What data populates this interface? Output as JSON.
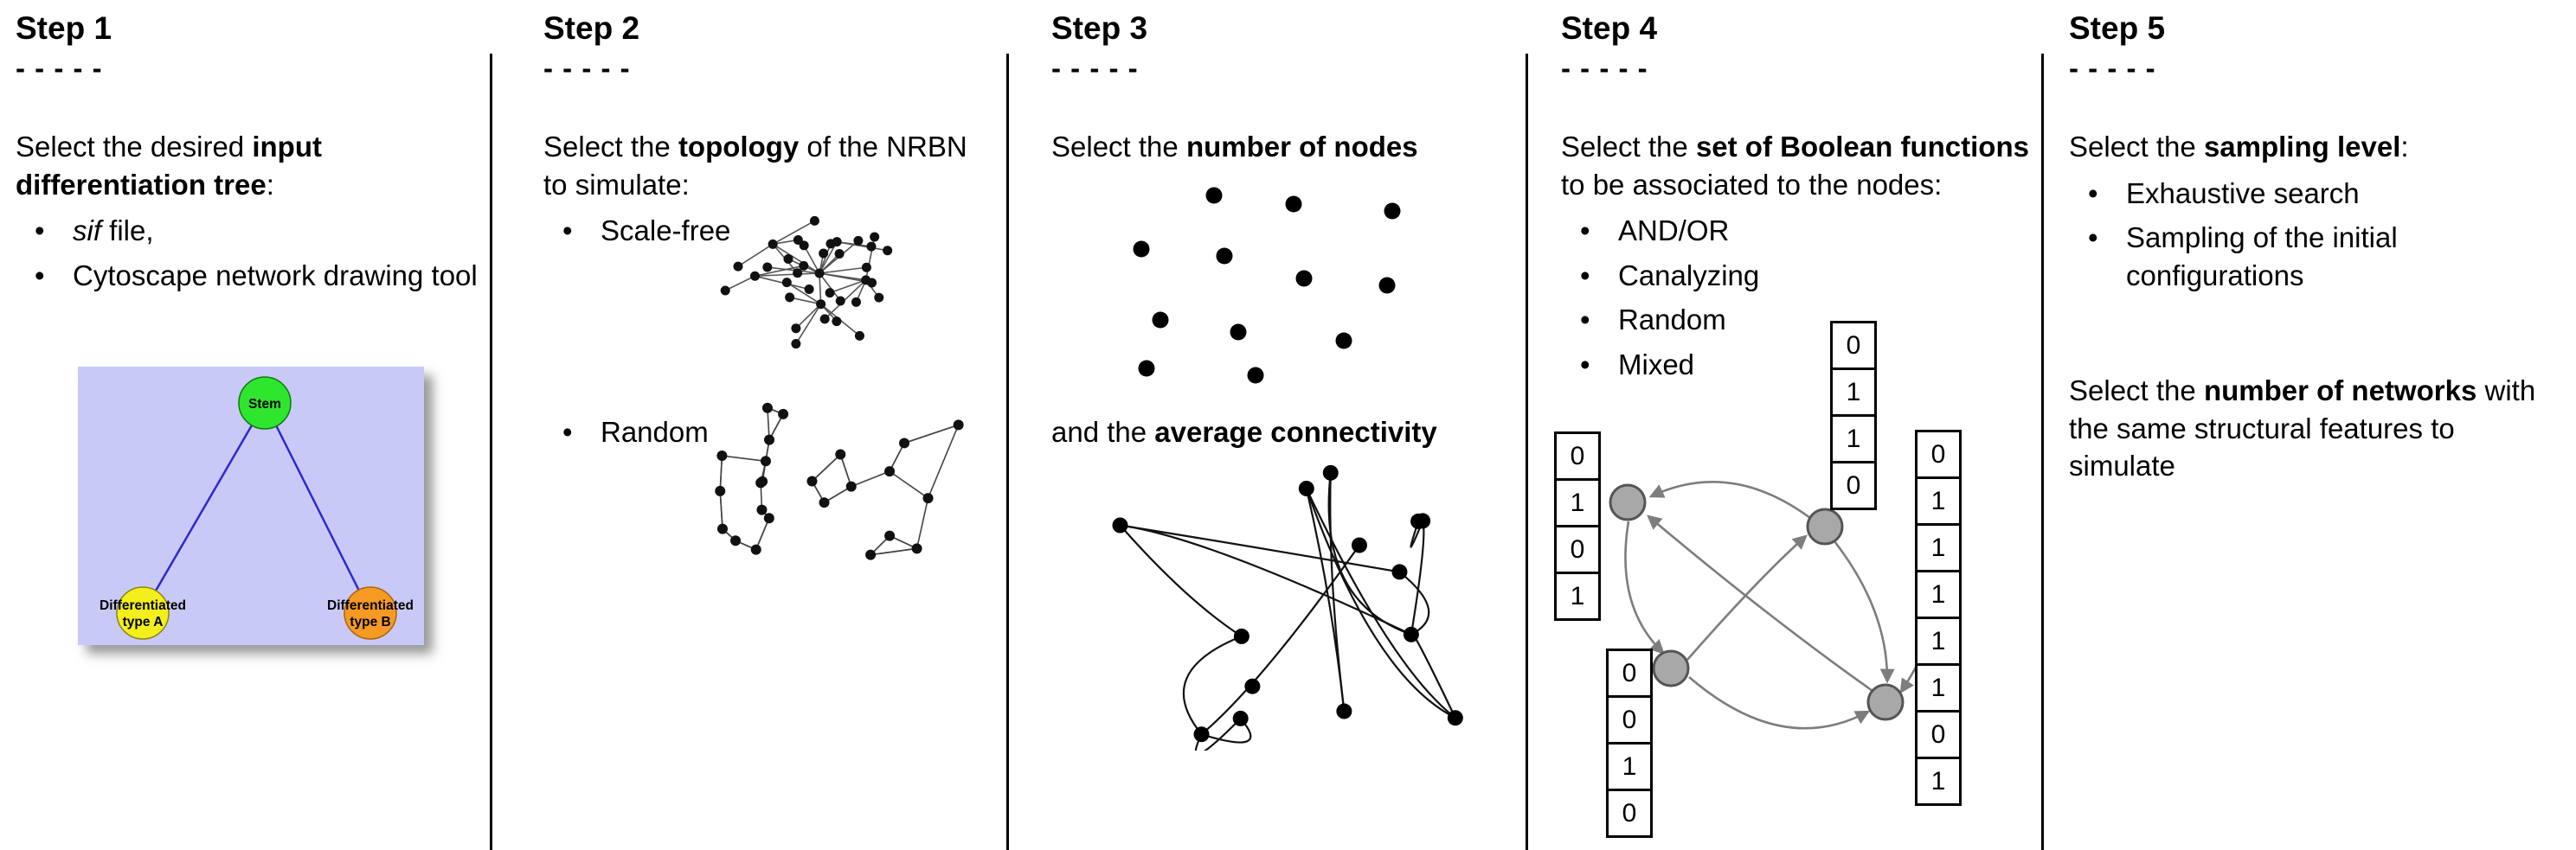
{
  "figure": {
    "divider_color": "#000000"
  },
  "steps": [
    {
      "title": "Step 1",
      "dashes": "- - - - -",
      "intro": [
        {
          "t": "Select the desired "
        },
        {
          "t": "input differentiation tree"
        },
        {
          "t": ":"
        }
      ],
      "bullet1": [
        {
          "t": "sif"
        },
        {
          "t": " file,"
        }
      ],
      "bullet2": "Cytoscape network drawing tool",
      "tree": {
        "stem_label": "Stem",
        "type_a_line1": "Differentiated",
        "type_a_line2": "type A",
        "type_b_line1": "Differentiated",
        "type_b_line2": "type B",
        "colors": {
          "background": "#c9c9f8",
          "stem": "#2ee62e",
          "type_a": "#f2ef1d",
          "type_b": "#f59a23",
          "edge": "#2a2ad0"
        }
      }
    },
    {
      "title": "Step 2",
      "dashes": "- - - - -",
      "intro": [
        {
          "t": "Select the "
        },
        {
          "t": "topology"
        },
        {
          "t": " of the NRBN to simulate:"
        }
      ],
      "bullets": [
        "Scale-free",
        "Random"
      ]
    },
    {
      "title": "Step 3",
      "dashes": "- - - - -",
      "intro": [
        {
          "t": "Select the "
        },
        {
          "t": "number of nodes"
        }
      ],
      "connectivity": [
        {
          "t": "and the "
        },
        {
          "t": "average connectivity"
        }
      ]
    },
    {
      "title": "Step 4",
      "dashes": "- - - - -",
      "intro": [
        {
          "t": "Select the "
        },
        {
          "t": "set of Boolean functions"
        },
        {
          "t": " to be associated to the nodes:"
        }
      ],
      "bullets": [
        "AND/OR",
        "Canalyzing",
        "Random",
        "Mixed"
      ],
      "tables": {
        "left": [
          "0",
          "1",
          "0",
          "1"
        ],
        "top": [
          "0",
          "1",
          "1",
          "0"
        ],
        "bottom_left": [
          "0",
          "0",
          "1",
          "0"
        ],
        "right": [
          "0",
          "1",
          "1",
          "1",
          "1",
          "1",
          "0",
          "1"
        ]
      }
    },
    {
      "title": "Step 5",
      "dashes": "- - - - -",
      "intro": [
        {
          "t": "Select the "
        },
        {
          "t": "sampling level"
        },
        {
          "t": ":"
        }
      ],
      "bullets": [
        "Exhaustive search",
        "Sampling of the initial configurations"
      ],
      "para2": [
        {
          "t": "Select the "
        },
        {
          "t": "number of networks"
        },
        {
          "t": " with the same structural features to simulate"
        }
      ]
    }
  ]
}
